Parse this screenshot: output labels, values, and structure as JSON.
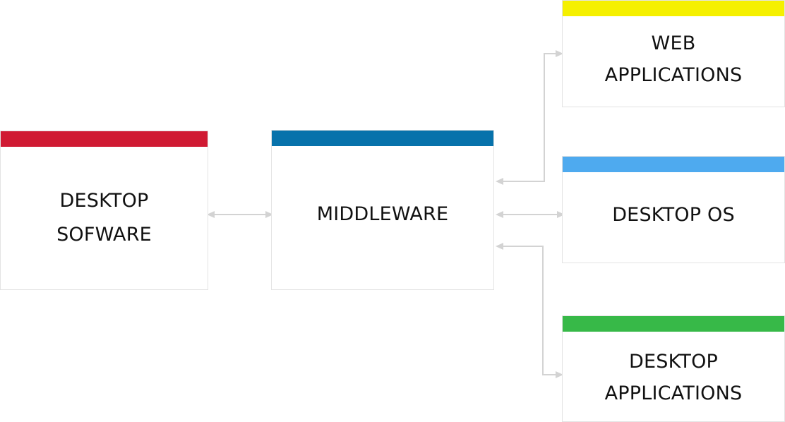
{
  "nodes": {
    "desktop_software": {
      "line1": "DESKTOP",
      "line2": "SOFWARE",
      "color": "#d01a33"
    },
    "middleware": {
      "line1": "MIDDLEWARE",
      "color": "#0772ab"
    },
    "web_applications": {
      "line1": "WEB",
      "line2": "APPLICATIONS",
      "color": "#f5f000"
    },
    "desktop_os": {
      "line1": "DESKTOP OS",
      "color": "#4eaaef"
    },
    "desktop_applications": {
      "line1": "DESKTOP",
      "line2": "APPLICATIONS",
      "color": "#37b948"
    }
  },
  "connector_color": "#d3d3d3"
}
